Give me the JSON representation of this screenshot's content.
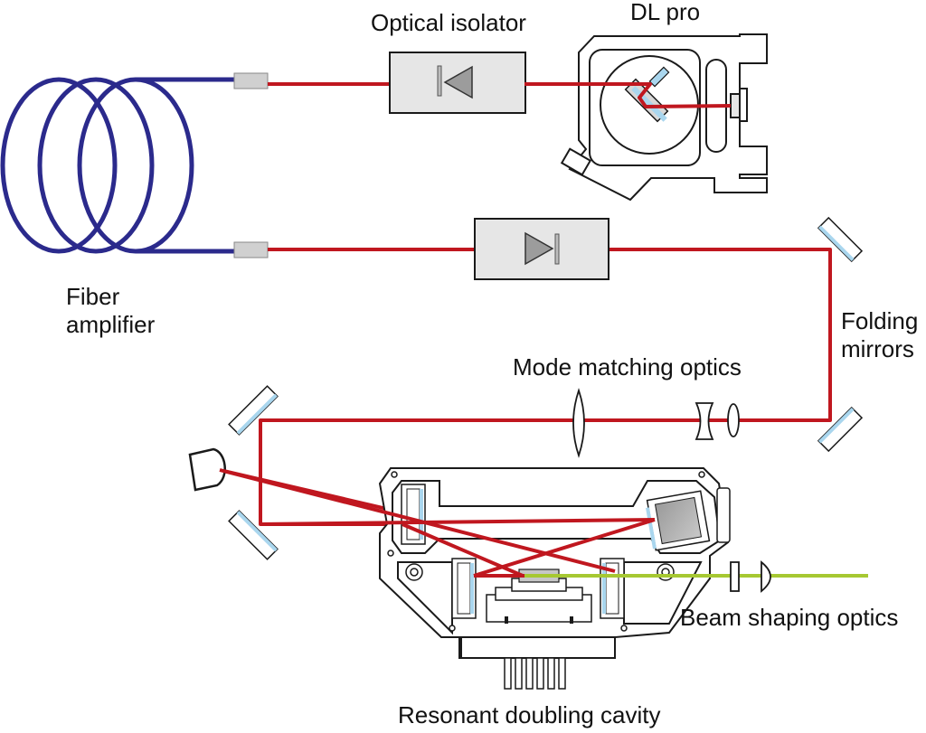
{
  "labels": {
    "optical_isolator": "Optical isolator",
    "dl_pro": "DL pro",
    "fiber_amplifier_line1": "Fiber",
    "fiber_amplifier_line2": "amplifier",
    "folding_mirrors_line1": "Folding",
    "folding_mirrors_line2": "mirrors",
    "mode_matching_optics": "Mode matching optics",
    "beam_shaping_optics": "Beam shaping optics",
    "resonant_doubling_cavity": "Resonant doubling cavity"
  },
  "colors": {
    "fundamental_beam": "#c0171f",
    "second_harmonic_beam": "#a6c832",
    "fiber": "#2b2a8c",
    "mirror_coating": "#a9d6ee",
    "component_fill": "#e6e6e6",
    "outline": "#1a1a1a"
  }
}
